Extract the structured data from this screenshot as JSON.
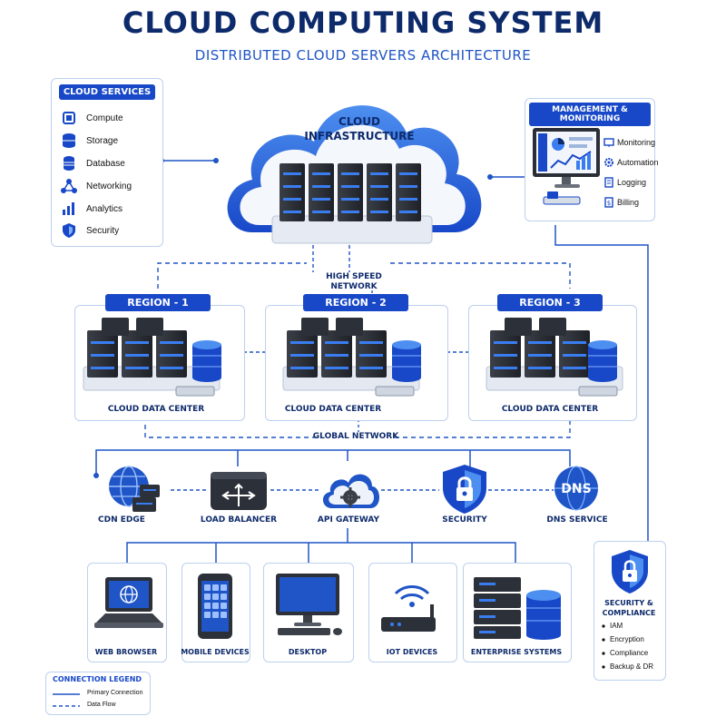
{
  "title": "CLOUD COMPUTING SYSTEM",
  "subtitle": "DISTRIBUTED CLOUD SERVERS ARCHITECTURE",
  "cloud_label_1": "CLOUD",
  "cloud_label_2": "INFRASTRUCTURE",
  "services": {
    "header": "CLOUD SERVICES",
    "items": [
      "Compute",
      "Storage",
      "Database",
      "Networking",
      "Analytics",
      "Security"
    ]
  },
  "management": {
    "header": "MANAGEMENT & MONITORING",
    "items": [
      "Monitoring",
      "Automation",
      "Logging",
      "Billing"
    ]
  },
  "network_label_1": "HIGH SPEED",
  "network_label_2": "NETWORK",
  "regions": [
    {
      "header": "REGION - 1",
      "label": "CLOUD DATA CENTER"
    },
    {
      "header": "REGION - 2",
      "label": "CLOUD DATA CENTER"
    },
    {
      "header": "REGION - 3",
      "label": "CLOUD DATA CENTER"
    }
  ],
  "global_network": "GLOBAL NETWORK",
  "edge": [
    "CDN EDGE",
    "LOAD BALANCER",
    "API GATEWAY",
    "SECURITY",
    "DNS SERVICE"
  ],
  "dns_text": "DNS",
  "clients": [
    "WEB BROWSER",
    "MOBILE DEVICES",
    "DESKTOP",
    "IOT DEVICES",
    "ENTERPRISE SYSTEMS"
  ],
  "compliance": {
    "title_1": "SECURITY &",
    "title_2": "COMPLIANCE",
    "items": [
      "IAM",
      "Encryption",
      "Compliance",
      "Backup & DR"
    ]
  },
  "legend": {
    "header": "CONNECTION LEGEND",
    "primary": "Primary Connection",
    "dataflow": "Data Flow"
  },
  "colors": {
    "accent": "#1848c8",
    "navy": "#0d2a6b",
    "line": "#1f55c6"
  }
}
